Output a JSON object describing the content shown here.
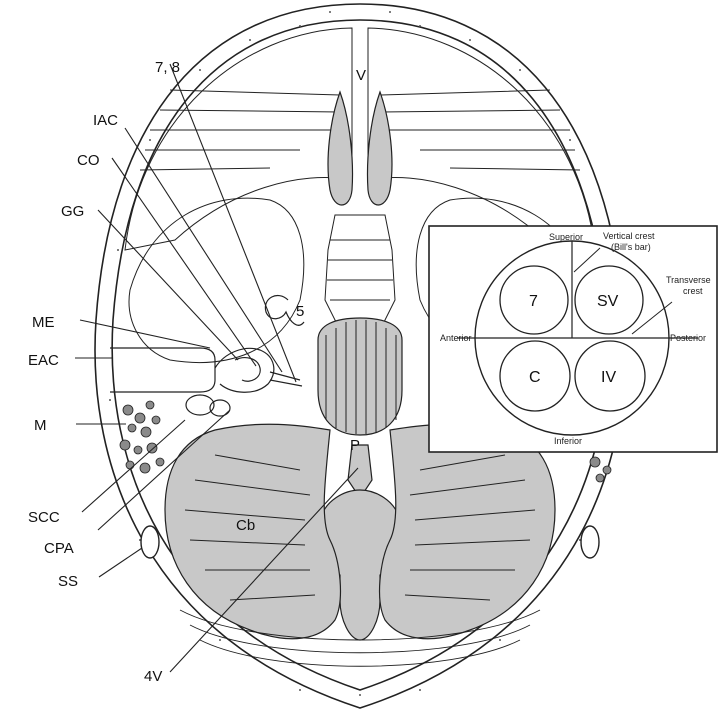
{
  "colors": {
    "line": "#222222",
    "fill_gray": "#c8c8c8",
    "background": "#ffffff"
  },
  "labels": {
    "seven_eight": "7, 8",
    "iac": "IAC",
    "co": "CO",
    "gg": "GG",
    "me": "ME",
    "eac": "EAC",
    "m": "M",
    "scc": "SCC",
    "cpa": "CPA",
    "ss": "SS",
    "fourth_v": "4V",
    "v": "V",
    "five": "5",
    "p": "P",
    "cb": "Cb"
  },
  "inset": {
    "superior": "Superior",
    "inferior": "Inferior",
    "anterior": "Anterior",
    "posterior": "Posterior",
    "vertical_crest_1": "Vertical crest",
    "vertical_crest_2": "(Bill's bar)",
    "transverse_crest_1": "Transverse",
    "transverse_crest_2": "crest",
    "q_top_left": "7",
    "q_top_right": "SV",
    "q_bottom_left": "C",
    "q_bottom_right": "IV"
  }
}
